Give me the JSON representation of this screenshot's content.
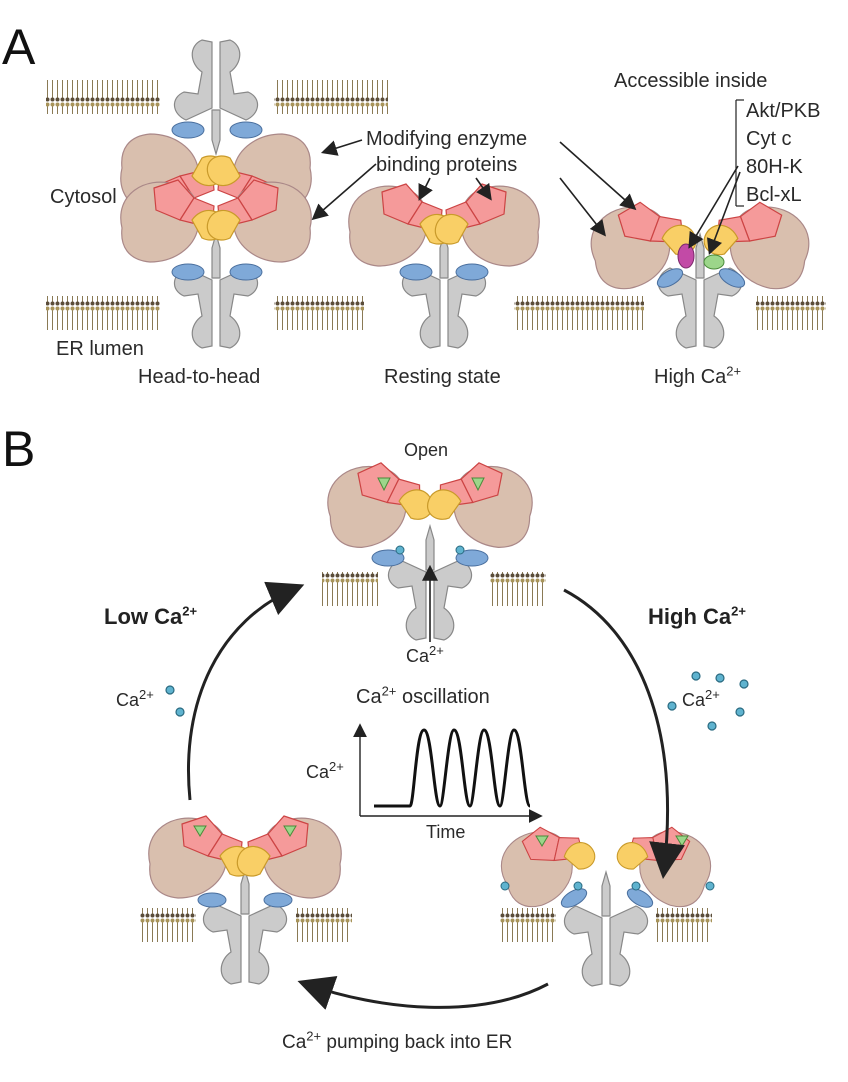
{
  "panels": {
    "a": {
      "letter": "A"
    },
    "b": {
      "letter": "B"
    }
  },
  "panel_a": {
    "cytosol": "Cytosol",
    "er_lumen": "ER lumen",
    "modifying_line1": "Modifying enzyme",
    "modifying_line2": "binding proteins",
    "accessible_inside": "Accessible inside",
    "proteins": [
      "Akt/PKB",
      "Cyt c",
      "80H-K",
      "Bcl-xL"
    ],
    "state_head": "Head-to-head",
    "state_resting": "Resting state",
    "state_high_base": "High Ca",
    "state_high_sup": "2+"
  },
  "panel_b": {
    "open": "Open",
    "low_base": "Low Ca",
    "low_sup": "2+",
    "high_base": "High Ca",
    "high_sup": "2+",
    "ion_base": "Ca",
    "ion_sup": "2+",
    "osc_sup": "2+",
    "osc_rest": " oscillation",
    "graph_y": "Ca",
    "graph_x": "Time",
    "pumping_base": "Ca",
    "pumping_sup": "2+",
    "pumping_rest": " pumping back into ER"
  },
  "colors": {
    "lobe": "#d9bfae",
    "red_domain": "#f59a9a",
    "yellow_domain": "#f9cf66",
    "blue_domain": "#7fa9d8",
    "channel": "#cbcbcb",
    "ion": "#5fb3cf",
    "membrane_head": "#a8945a",
    "membrane_tail": "#5b4d3a",
    "magenta": "#c24aa6",
    "green": "#9cd68a"
  }
}
